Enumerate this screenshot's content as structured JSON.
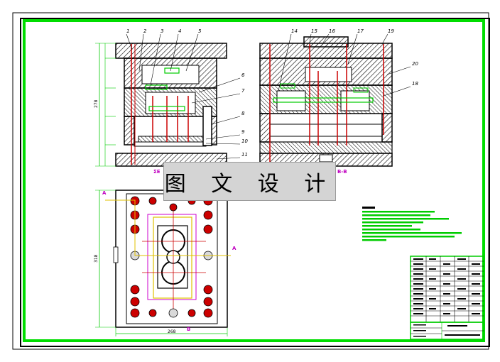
{
  "watermark": {
    "text": "图 文 设 计"
  },
  "part_numbers_top": [
    "1",
    "2",
    "3",
    "4",
    "5"
  ],
  "part_numbers_right": [
    "6",
    "7",
    "8",
    "9",
    "10",
    "11"
  ],
  "part_numbers_side": [
    "14",
    "15",
    "16",
    "17",
    "18"
  ],
  "part_numbers_far": [
    "19",
    "20"
  ],
  "section_labels": {
    "left_view": "ΣE",
    "right_view": "B-B",
    "plan_a_left": "A",
    "plan_a_right": "A",
    "plan_b": "B"
  },
  "dimensions": {
    "height": "278",
    "plan_height": "318",
    "plan_width": "268"
  },
  "colors": {
    "frame": "#00dd00",
    "outline": "#000000",
    "hatch": "#000000",
    "annotation_green": "#00cc00",
    "section_magenta": "#cc00cc",
    "dim_yellow": "#e0c000",
    "part_red": "#cc0000",
    "centerline": "#cc0000"
  }
}
